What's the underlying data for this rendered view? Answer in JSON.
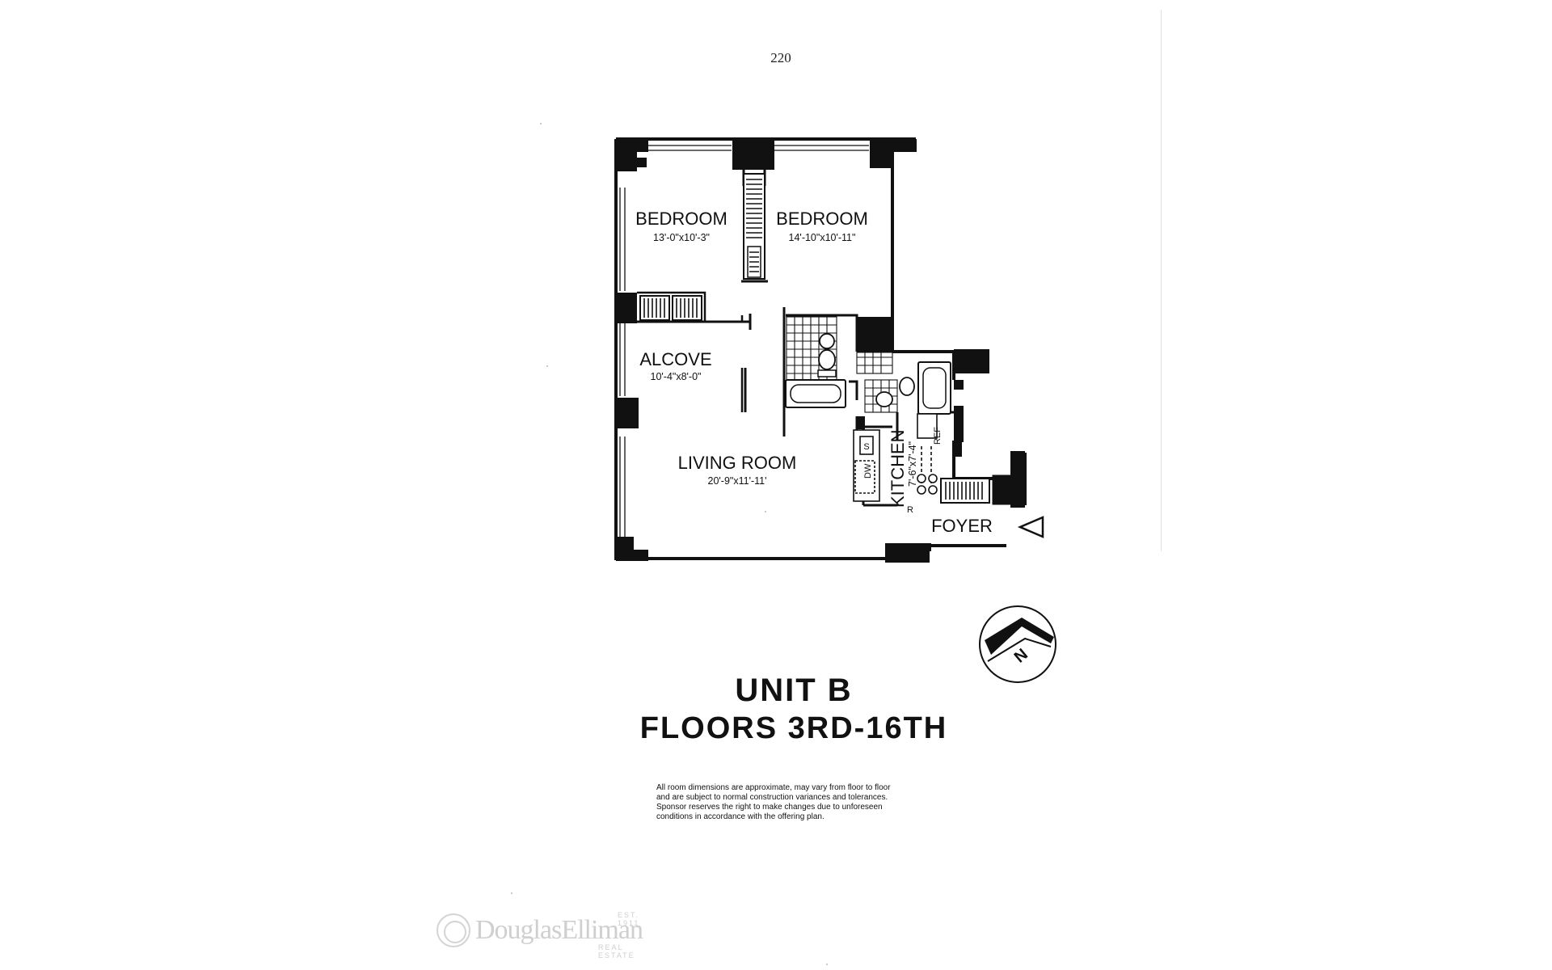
{
  "page_number": "220",
  "rooms": {
    "bedroom_left": {
      "name": "BEDROOM",
      "dims": "13'-0\"x10'-3\""
    },
    "bedroom_right": {
      "name": "BEDROOM",
      "dims": "14'-10\"x10'-11\""
    },
    "alcove": {
      "name": "ALCOVE",
      "dims": "10'-4\"x8'-0\""
    },
    "living_room": {
      "name": "LIVING ROOM",
      "dims": "20'-9\"x11'-11'"
    },
    "kitchen": {
      "name": "KITCHEN",
      "dims": "7'-6\"x7'-4\""
    },
    "foyer": {
      "name": "FOYER"
    }
  },
  "fixtures": {
    "dishwasher": "DW",
    "sink": "S",
    "refrigerator": "REF",
    "range": "R"
  },
  "compass_label": "N",
  "unit_title": "UNIT B",
  "floors_title": "FLOORS 3RD-16TH",
  "disclaimer": [
    "All room dimensions are approximate, may vary from floor to floor",
    "and are subject to normal construction variances and tolerances.",
    "Sponsor reserves the right to make changes due to unforeseen",
    "conditions in accordance with the offering plan."
  ],
  "logo": {
    "name": "DouglasElliman",
    "est": "EST. 1911",
    "tagline": "REAL ESTATE"
  },
  "colors": {
    "ink": "#111111",
    "watermark": "#cfcfcf",
    "background": "#ffffff"
  }
}
